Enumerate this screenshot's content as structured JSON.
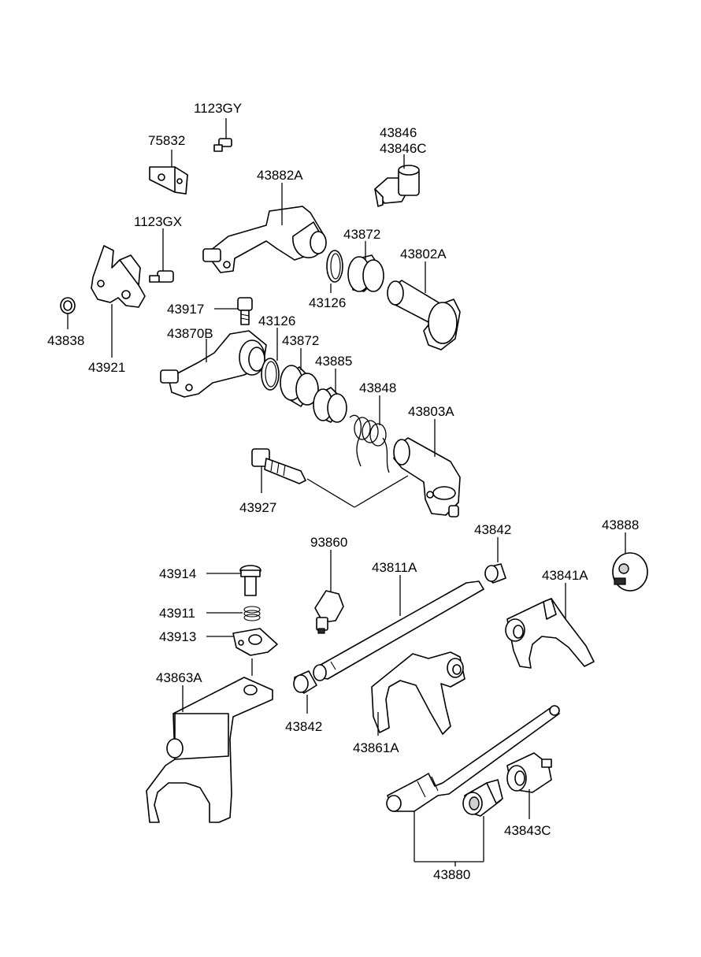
{
  "parts": {
    "p1123gy": "1123GY",
    "p75832": "75832",
    "p43846": "43846",
    "p43846c": "43846C",
    "p43882a": "43882A",
    "p1123gx": "1123GX",
    "p43872_top": "43872",
    "p43802a": "43802A",
    "p43126_top": "43126",
    "p43917": "43917",
    "p43126_mid": "43126",
    "p43838": "43838",
    "p43870b": "43870B",
    "p43872_mid": "43872",
    "p43885": "43885",
    "p43921": "43921",
    "p43848": "43848",
    "p43803a": "43803A",
    "p43927": "43927",
    "p93860": "93860",
    "p43842_top": "43842",
    "p43888": "43888",
    "p43914": "43914",
    "p43811a": "43811A",
    "p43841a": "43841A",
    "p43911": "43911",
    "p43913": "43913",
    "p43863a": "43863A",
    "p43842_bot": "43842",
    "p43861a": "43861A",
    "p43843c": "43843C",
    "p43880": "43880"
  }
}
